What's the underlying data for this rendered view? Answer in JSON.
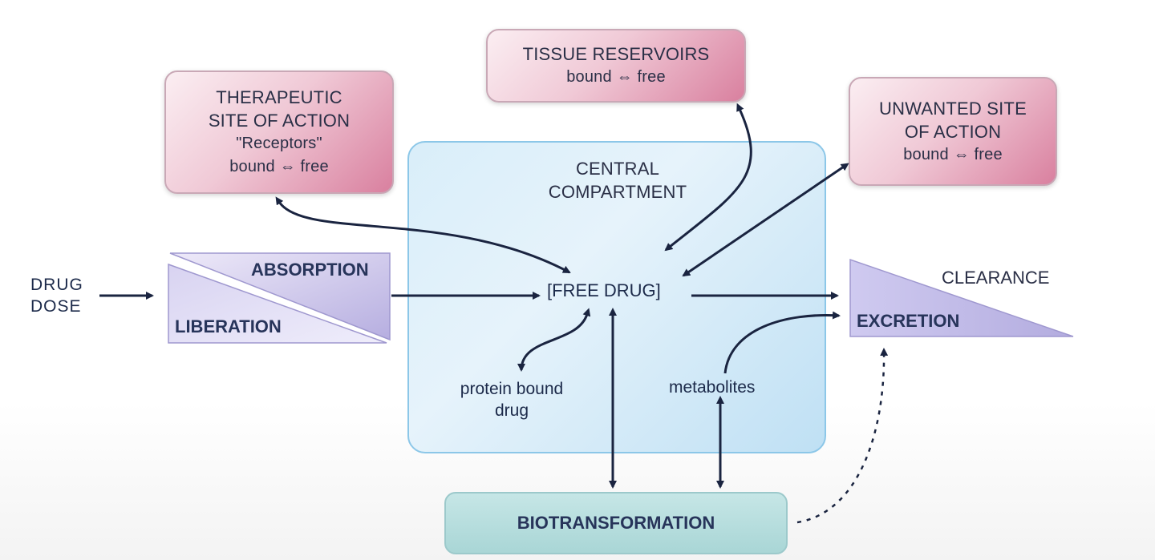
{
  "inputs": {
    "drug": "DRUG",
    "dose": "DOSE"
  },
  "liberation_absorption": {
    "absorption": "ABSORPTION",
    "liberation": "LIBERATION"
  },
  "therapeutic": {
    "line1": "THERAPEUTIC",
    "line2": "SITE OF ACTION",
    "line3": "\"Receptors\"",
    "line4": "bound ⇔ free"
  },
  "tissue": {
    "line1": "TISSUE RESERVOIRS",
    "line2": "bound ⇔ free"
  },
  "unwanted": {
    "line1": "UNWANTED SITE",
    "line2": "OF ACTION",
    "line3": "bound ⇔ free"
  },
  "central": {
    "title_line1": "CENTRAL",
    "title_line2": "COMPARTMENT",
    "free_drug": "[FREE DRUG]",
    "protein_line1": "protein bound",
    "protein_line2": "drug",
    "metabolites": "metabolites"
  },
  "clearance": {
    "label": "CLEARANCE",
    "excretion": "EXCRETION"
  },
  "biotransformation": "BIOTRANSFORMATION",
  "colors": {
    "arrow": "#1a2440",
    "pink_box": "#e8a9bf",
    "central_box": "#cde8f7",
    "triangle": "#c9c4ea",
    "bio_box": "#b3dcdc"
  }
}
